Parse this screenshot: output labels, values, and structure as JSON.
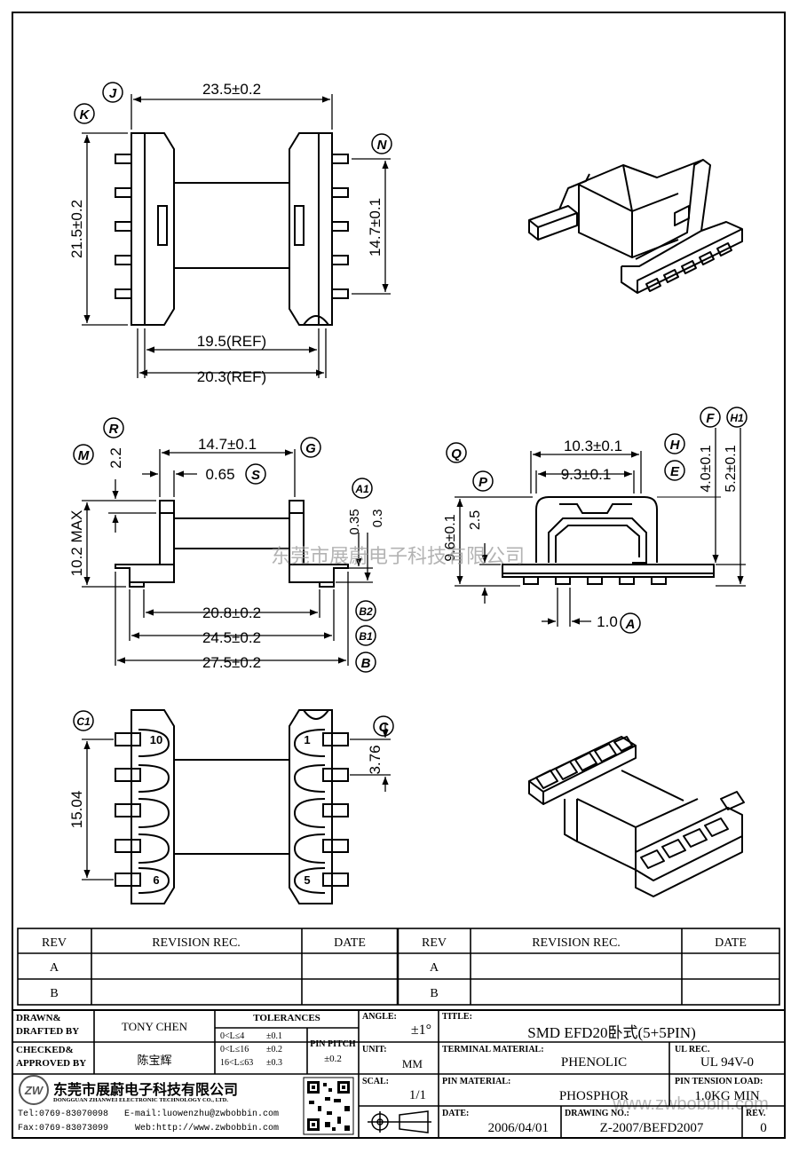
{
  "dims": {
    "top_width": "23.5±0.2",
    "top_height": "21.5±0.2",
    "top_pin_span": "14.7±0.1",
    "top_ref1": "19.5(REF)",
    "top_ref2": "20.3(REF)",
    "side_top": "14.7±0.1",
    "side_thick": "0.65",
    "side_r": "2.2",
    "side_height": "10.2 MAX",
    "side_a1": "0.35",
    "side_a1b": "0.3",
    "side_b2": "20.8±0.2",
    "side_b1": "24.5±0.2",
    "side_b": "27.5±0.2",
    "end_h": "10.3±0.1",
    "end_e": "9.3±0.1",
    "end_f": "4.0±0.1",
    "end_h1": "5.2±0.1",
    "end_q": "9.6±0.1",
    "end_p": "2.5",
    "end_a": "1.0",
    "bot_c1": "15.04",
    "bot_c": "3.76"
  },
  "markers": {
    "J": "J",
    "K": "K",
    "N": "N",
    "R": "R",
    "M": "M",
    "S": "S",
    "G": "G",
    "A1": "A1",
    "B2": "B2",
    "B1": "B1",
    "B": "B",
    "Q": "Q",
    "P": "P",
    "H": "H",
    "E": "E",
    "F": "F",
    "H1": "H1",
    "A": "A",
    "C1": "C1",
    "C": "C"
  },
  "pins": {
    "p10": "10",
    "p6": "6",
    "p1": "1",
    "p5": "5"
  },
  "watermark": "东莞市展蔚电子科技有限公司",
  "revision_table": {
    "headers": [
      "REV",
      "REVISION REC.",
      "DATE",
      "REV",
      "REVISION REC.",
      "DATE"
    ],
    "row_a": "A",
    "row_b": "B"
  },
  "title_block": {
    "drawn_label_1": "DRAWN&",
    "drawn_label_2": "DRAFTED BY",
    "drawn_value": "TONY CHEN",
    "checked_label_1": "CHECKED&",
    "checked_label_2": "APPROVED BY",
    "checked_value": "陈宝辉",
    "tolerances_label": "TOLERANCES",
    "tol_rows": [
      {
        "range": "0<L≤4",
        "tol": "±0.1"
      },
      {
        "range": "0<L≤16",
        "tol": "±0.2"
      },
      {
        "range": "16<L≤63",
        "tol": "±0.3"
      }
    ],
    "pin_pitch_label": "PIN PITCH",
    "pin_pitch_value": "±0.2",
    "angle_label": "ANGLE:",
    "angle_value": "±1°",
    "unit_label": "UNIT:",
    "unit_value": "MM",
    "scale_label": "SCAL:",
    "scale_value": "1/1",
    "title_label": "TITLE:",
    "title_value": "SMD EFD20卧式(5+5PIN)",
    "terminal_label": "TERMINAL MATERIAL:",
    "terminal_value": "PHENOLIC",
    "ul_label": "UL REC.",
    "ul_value": "UL 94V-0",
    "pin_material_label": "PIN MATERIAL:",
    "pin_material_value": "PHOSPHOR",
    "tension_label": "PIN TENSION LOAD:",
    "tension_value": "1.0KG MIN",
    "date_label": "DATE:",
    "date_value": "2006/04/01",
    "drawing_label": "DRAWING NO.:",
    "drawing_value": "Z-2007/BEFD2007",
    "rev_label": "REV.",
    "rev_value": "0",
    "company_cn": "东莞市展蔚电子科技有限公司",
    "company_en": "DONGGUAN ZHANWEI ELECTRONIC TECHNOLOGY CO., LTD.",
    "tel": "Tel:0769-83070098",
    "email": "E-mail:luowenzhu@zwbobbin.com",
    "fax": "Fax:0769-83073099",
    "web": "Web:http://www.zwbobbin.com",
    "logo_text": "ZW",
    "site_watermark": "www.zwbobbin.com"
  }
}
